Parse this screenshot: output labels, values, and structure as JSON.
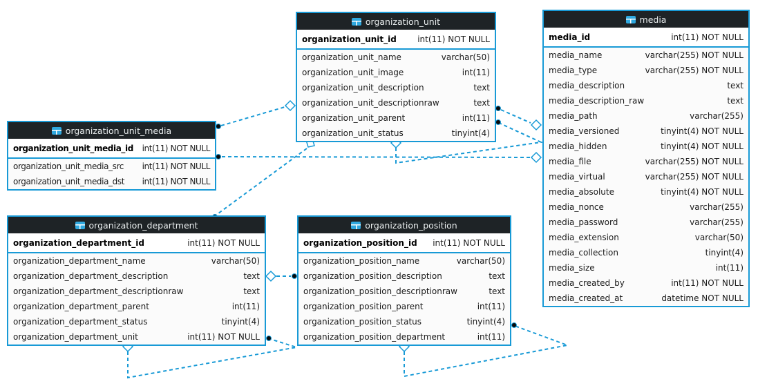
{
  "colors": {
    "accent": "#189ad6",
    "header_bg": "#1e2326",
    "header_text": "#e9edee",
    "icon_blue": "#2fa8df",
    "pk_text": "#000000",
    "row_text": "#1a1a1a",
    "row_bg": "#fbfbfb",
    "canvas_bg": "#ffffff",
    "connector_dot": "#0a0a0a"
  },
  "diagram": {
    "tables": [
      {
        "title": "organization_unit",
        "icon": "table-grid-icon",
        "pk": {
          "name": "organization_unit_id",
          "type": "int(11) NOT NULL"
        },
        "columns": [
          {
            "name": "organization_unit_name",
            "type": "varchar(50)"
          },
          {
            "name": "organization_unit_image",
            "type": "int(11)"
          },
          {
            "name": "organization_unit_description",
            "type": "text"
          },
          {
            "name": "organization_unit_descriptionraw",
            "type": "text"
          },
          {
            "name": "organization_unit_parent",
            "type": "int(11)"
          },
          {
            "name": "organization_unit_status",
            "type": "tinyint(4)"
          }
        ]
      },
      {
        "title": "media",
        "icon": "table-grid-icon",
        "pk": {
          "name": "media_id",
          "type": "int(11) NOT NULL"
        },
        "columns": [
          {
            "name": "media_name",
            "type": "varchar(255) NOT NULL"
          },
          {
            "name": "media_type",
            "type": "varchar(255) NOT NULL"
          },
          {
            "name": "media_description",
            "type": "text"
          },
          {
            "name": "media_description_raw",
            "type": "text"
          },
          {
            "name": "media_path",
            "type": "varchar(255)"
          },
          {
            "name": "media_versioned",
            "type": "tinyint(4) NOT NULL"
          },
          {
            "name": "media_hidden",
            "type": "tinyint(4) NOT NULL"
          },
          {
            "name": "media_file",
            "type": "varchar(255) NOT NULL"
          },
          {
            "name": "media_virtual",
            "type": "varchar(255) NOT NULL"
          },
          {
            "name": "media_absolute",
            "type": "tinyint(4) NOT NULL"
          },
          {
            "name": "media_nonce",
            "type": "varchar(255)"
          },
          {
            "name": "media_password",
            "type": "varchar(255)"
          },
          {
            "name": "media_extension",
            "type": "varchar(50)"
          },
          {
            "name": "media_collection",
            "type": "tinyint(4)"
          },
          {
            "name": "media_size",
            "type": "int(11)"
          },
          {
            "name": "media_created_by",
            "type": "int(11) NOT NULL"
          },
          {
            "name": "media_created_at",
            "type": "datetime NOT NULL"
          }
        ]
      },
      {
        "title": "organization_unit_media",
        "icon": "table-grid-icon",
        "pk": {
          "name": "organization_unit_media_id",
          "type": "int(11) NOT NULL"
        },
        "columns": [
          {
            "name": "organization_unit_media_src",
            "type": "int(11) NOT NULL"
          },
          {
            "name": "organization_unit_media_dst",
            "type": "int(11) NOT NULL"
          }
        ]
      },
      {
        "title": "organization_department",
        "icon": "table-grid-icon",
        "pk": {
          "name": "organization_department_id",
          "type": "int(11) NOT NULL"
        },
        "columns": [
          {
            "name": "organization_department_name",
            "type": "varchar(50)"
          },
          {
            "name": "organization_department_description",
            "type": "text"
          },
          {
            "name": "organization_department_descriptionraw",
            "type": "text"
          },
          {
            "name": "organization_department_parent",
            "type": "int(11)"
          },
          {
            "name": "organization_department_status",
            "type": "tinyint(4)"
          },
          {
            "name": "organization_department_unit",
            "type": "int(11) NOT NULL"
          }
        ]
      },
      {
        "title": "organization_position",
        "icon": "table-grid-icon",
        "pk": {
          "name": "organization_position_id",
          "type": "int(11) NOT NULL"
        },
        "columns": [
          {
            "name": "organization_position_name",
            "type": "varchar(50)"
          },
          {
            "name": "organization_position_description",
            "type": "text"
          },
          {
            "name": "organization_position_descriptionraw",
            "type": "text"
          },
          {
            "name": "organization_position_parent",
            "type": "int(11)"
          },
          {
            "name": "organization_position_status",
            "type": "tinyint(4)"
          },
          {
            "name": "organization_position_department",
            "type": "int(11)"
          }
        ]
      }
    ],
    "relationships": [
      {
        "from": "organization_unit_media",
        "to": "organization_unit"
      },
      {
        "from": "organization_unit_media",
        "to": "media"
      },
      {
        "from": "organization_unit",
        "to": "media"
      },
      {
        "from": "organization_unit",
        "to": "organization_unit"
      },
      {
        "from": "organization_department",
        "to": "organization_unit"
      },
      {
        "from": "organization_department",
        "to": "organization_department"
      },
      {
        "from": "organization_position",
        "to": "organization_department"
      },
      {
        "from": "organization_position",
        "to": "organization_position"
      }
    ]
  }
}
